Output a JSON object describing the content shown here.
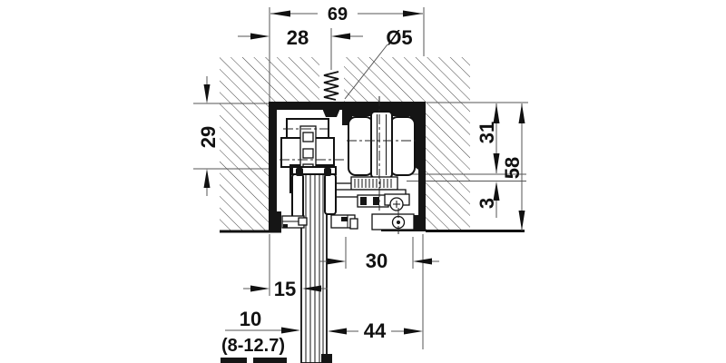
{
  "page": {
    "background": "#ffffff"
  },
  "drawing": {
    "title": "sliding-door-top-track-cross-section",
    "colors": {
      "line": "#151515",
      "dimension_line": "#555555",
      "text": "#111111"
    },
    "dimensions": {
      "track_width": "69",
      "screw_center_offset": "28",
      "drill_hole_diameter": "Ø5",
      "left_clearance_height": "29",
      "inner_height": "31",
      "total_height": "58",
      "adjustment_gap": "3",
      "bottom_opening": "30",
      "wall_to_door": "15",
      "door_thickness": "10",
      "door_thickness_range": "(8-12.7)",
      "door_to_track_edge": "44"
    }
  }
}
